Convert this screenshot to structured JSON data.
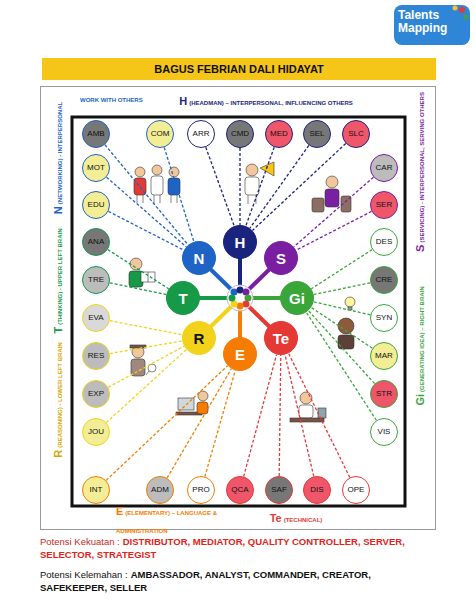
{
  "diagram": {
    "title": "BAGUS FEBRIAN DALI HIDAYAT",
    "nodes": [
      {
        "text": [
          "AMB"
        ]
      },
      {
        "text": [
          "COM"
        ]
      },
      {
        "text": [
          "ARR"
        ]
      },
      {
        "text": [
          "CMD"
        ]
      },
      {
        "text": [
          "MED"
        ]
      },
      {
        "text": [
          "SEL"
        ]
      },
      {
        "text": [
          "SLC"
        ]
      },
      {
        "text": [
          "CAR"
        ]
      },
      {
        "text": [
          "SER"
        ]
      },
      {
        "text": [
          "DES"
        ]
      },
      {
        "text": [
          "CRE"
        ]
      },
      {
        "text": [
          "SYN"
        ]
      },
      {
        "text": [
          "MAR"
        ]
      },
      {
        "text": [
          "STR"
        ]
      },
      {
        "text": [
          "VIS"
        ]
      },
      {
        "text": [
          "INT"
        ]
      },
      {
        "text": [
          "ADM"
        ]
      },
      {
        "text": [
          "PRO"
        ]
      },
      {
        "text": [
          "QCA"
        ]
      },
      {
        "text": [
          "SAF"
        ]
      },
      {
        "text": [
          "DIS"
        ]
      },
      {
        "text": [
          "OPE"
        ]
      },
      {
        "text": [
          "MOT"
        ]
      },
      {
        "text": [
          "EDU"
        ]
      },
      {
        "text": [
          "ANA"
        ]
      },
      {
        "text": [
          "TRE"
        ]
      },
      {
        "text": [
          "EVA"
        ]
      },
      {
        "text": [
          "RES"
        ]
      },
      {
        "text": [
          "EXP"
        ]
      },
      {
        "text": [
          "JOU"
        ]
      },
      {
        "text": [
          "N"
        ]
      },
      {
        "text": [
          "H"
        ]
      },
      {
        "text": [
          "S"
        ]
      },
      {
        "text": [
          "Gi"
        ]
      },
      {
        "text": [
          "Te"
        ]
      },
      {
        "text": [
          "E"
        ]
      },
      {
        "text": [
          "R"
        ]
      },
      {
        "text": [
          "T"
        ]
      }
    ],
    "edges": [
      {
        "from": 0,
        "to": 30,
        "arrow": "none"
      },
      {
        "from": 1,
        "to": 30,
        "arrow": "none"
      },
      {
        "from": 22,
        "to": 30,
        "arrow": "none"
      },
      {
        "from": 23,
        "to": 30,
        "arrow": "none"
      },
      {
        "from": 2,
        "to": 31,
        "arrow": "none"
      },
      {
        "from": 3,
        "to": 31,
        "arrow": "none"
      },
      {
        "from": 4,
        "to": 31,
        "arrow": "none"
      },
      {
        "from": 5,
        "to": 31,
        "arrow": "none"
      },
      {
        "from": 6,
        "to": 31,
        "arrow": "none"
      },
      {
        "from": 7,
        "to": 32,
        "arrow": "none"
      },
      {
        "from": 8,
        "to": 32,
        "arrow": "none"
      },
      {
        "from": 9,
        "to": 33,
        "arrow": "none"
      },
      {
        "from": 10,
        "to": 33,
        "arrow": "none"
      },
      {
        "from": 11,
        "to": 33,
        "arrow": "none"
      },
      {
        "from": 12,
        "to": 33,
        "arrow": "none"
      },
      {
        "from": 13,
        "to": 33,
        "arrow": "none"
      },
      {
        "from": 14,
        "to": 33,
        "arrow": "none"
      },
      {
        "from": 18,
        "to": 34,
        "arrow": "none"
      },
      {
        "from": 19,
        "to": 34,
        "arrow": "none"
      },
      {
        "from": 20,
        "to": 34,
        "arrow": "none"
      },
      {
        "from": 21,
        "to": 34,
        "arrow": "none"
      },
      {
        "from": 15,
        "to": 35,
        "arrow": "none"
      },
      {
        "from": 16,
        "to": 35,
        "arrow": "none"
      },
      {
        "from": 17,
        "to": 35,
        "arrow": "none"
      },
      {
        "from": 26,
        "to": 36,
        "arrow": "none"
      },
      {
        "from": 27,
        "to": 36,
        "arrow": "none"
      },
      {
        "from": 28,
        "to": 36,
        "arrow": "none"
      },
      {
        "from": 29,
        "to": 36,
        "arrow": "none"
      },
      {
        "from": 24,
        "to": 37,
        "arrow": "none"
      },
      {
        "from": 25,
        "to": 37,
        "arrow": "none"
      }
    ],
    "labels": [
      "Talents Mapping",
      "WORK WITH OTHERS",
      "H",
      "(HEADMAN) – INTERPERSONAL, INFLUENCING OTHERS",
      "N",
      "(NETWORKING) - INTERPERSONAL",
      "T",
      "(THINKING) - UPPER LEFT BRAIN",
      "R",
      "(REASONING) - LOWER LEFT BRAIN",
      "S",
      "(SERVICING) - INTERPERSONAL, SERVING OTHERS",
      "Gi",
      "(GENERATING IDEA) – RIGHT BRAIN",
      "E",
      "(ELEMENTARY) – LANGUAGE & ADMINISTRATION",
      "Te",
      "(TECHNICAL)",
      "Potensi Kekuatan :",
      "DISTRIBUTOR, MEDIATOR, QUALITY CONTROLLER, SERVER, SELECTOR, STRATEGIST",
      "Potensi Kelemahan :",
      "AMBASSADOR, ANALYST, COMMANDER, CREATOR, SAFEKEEPER, SELLER"
    ]
  }
}
